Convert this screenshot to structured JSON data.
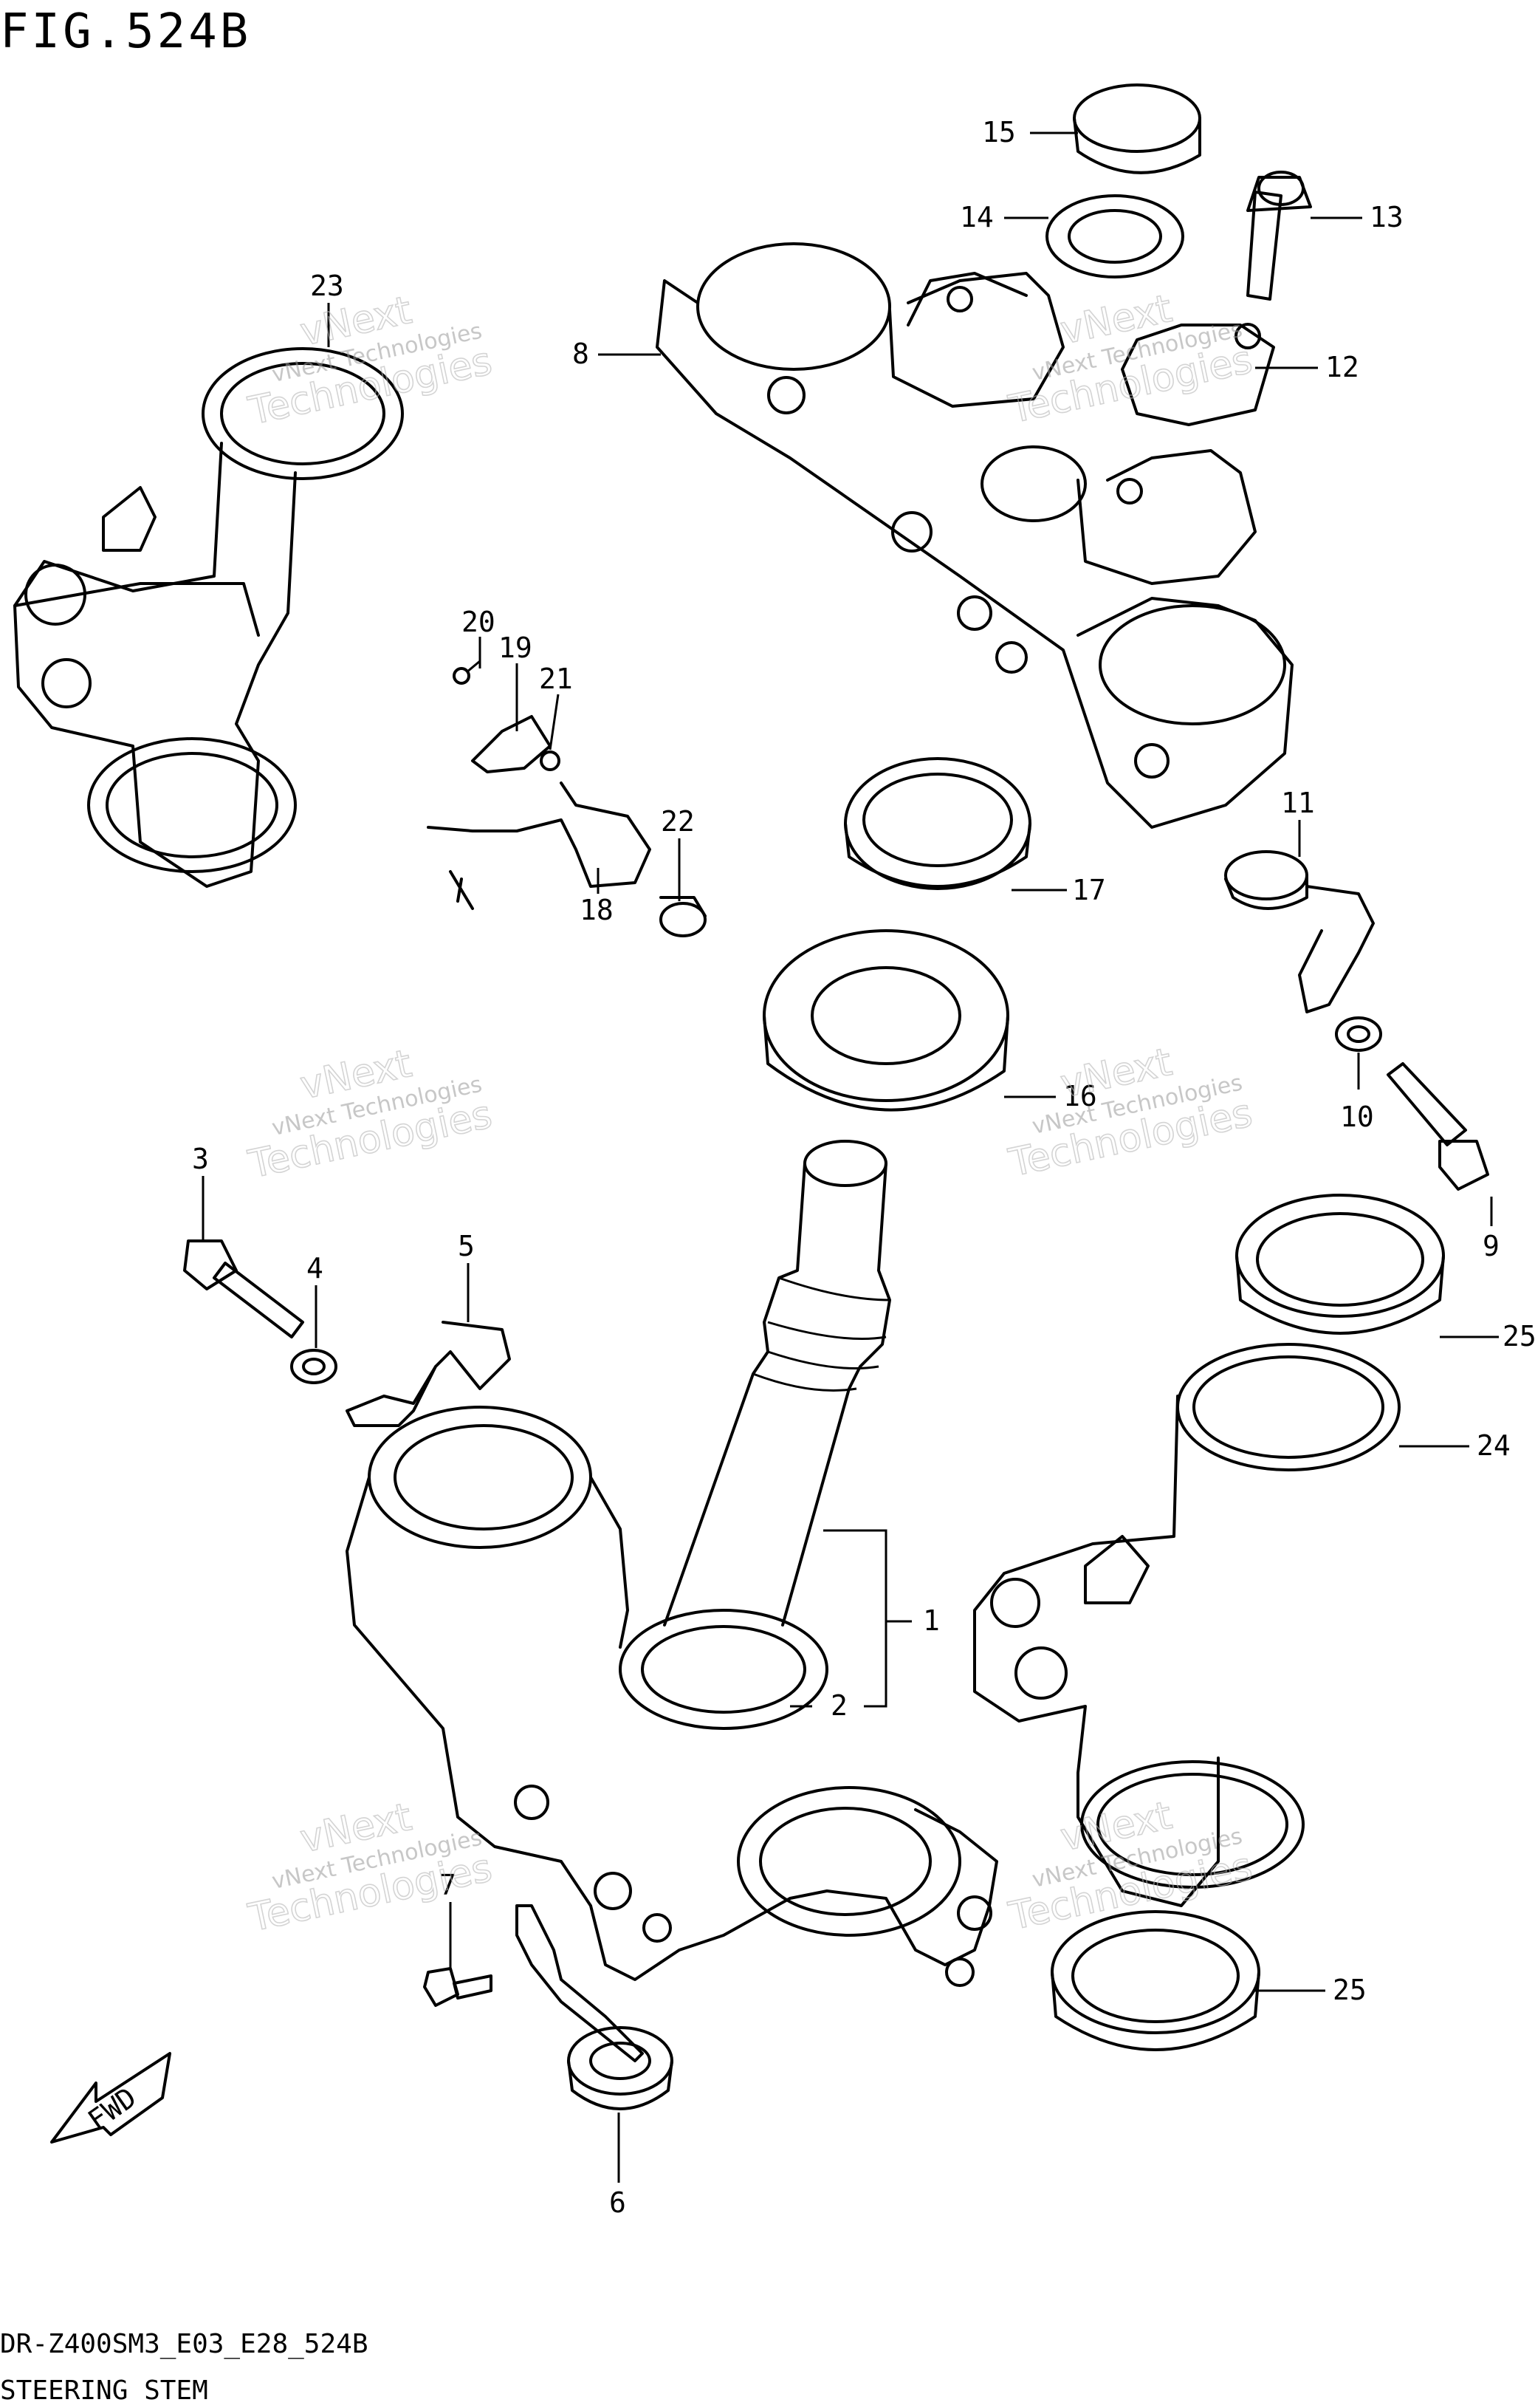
{
  "header": {
    "figure_title": "FIG.524B"
  },
  "footer": {
    "model_code": "DR-Z400SM3_E03_E28_524B",
    "section_name": "STEERING STEM"
  },
  "watermark": {
    "line1": "vNext Technologies",
    "line2a": "vNext",
    "line2b": "Technologies"
  },
  "callouts": [
    {
      "id": "1",
      "label": "1"
    },
    {
      "id": "2",
      "label": "2"
    },
    {
      "id": "3",
      "label": "3"
    },
    {
      "id": "4",
      "label": "4"
    },
    {
      "id": "5",
      "label": "5"
    },
    {
      "id": "6",
      "label": "6"
    },
    {
      "id": "7",
      "label": "7"
    },
    {
      "id": "8",
      "label": "8"
    },
    {
      "id": "9",
      "label": "9"
    },
    {
      "id": "10",
      "label": "10"
    },
    {
      "id": "11",
      "label": "11"
    },
    {
      "id": "12",
      "label": "12"
    },
    {
      "id": "13",
      "label": "13"
    },
    {
      "id": "14",
      "label": "14"
    },
    {
      "id": "15",
      "label": "15"
    },
    {
      "id": "16",
      "label": "16"
    },
    {
      "id": "17",
      "label": "17"
    },
    {
      "id": "18",
      "label": "18"
    },
    {
      "id": "19",
      "label": "19"
    },
    {
      "id": "20",
      "label": "20"
    },
    {
      "id": "21",
      "label": "21"
    },
    {
      "id": "22",
      "label": "22"
    },
    {
      "id": "23",
      "label": "23"
    },
    {
      "id": "24",
      "label": "24"
    },
    {
      "id": "25a",
      "label": "25"
    },
    {
      "id": "25b",
      "label": "25"
    }
  ],
  "fwd_arrow": {
    "label": "FWD"
  }
}
